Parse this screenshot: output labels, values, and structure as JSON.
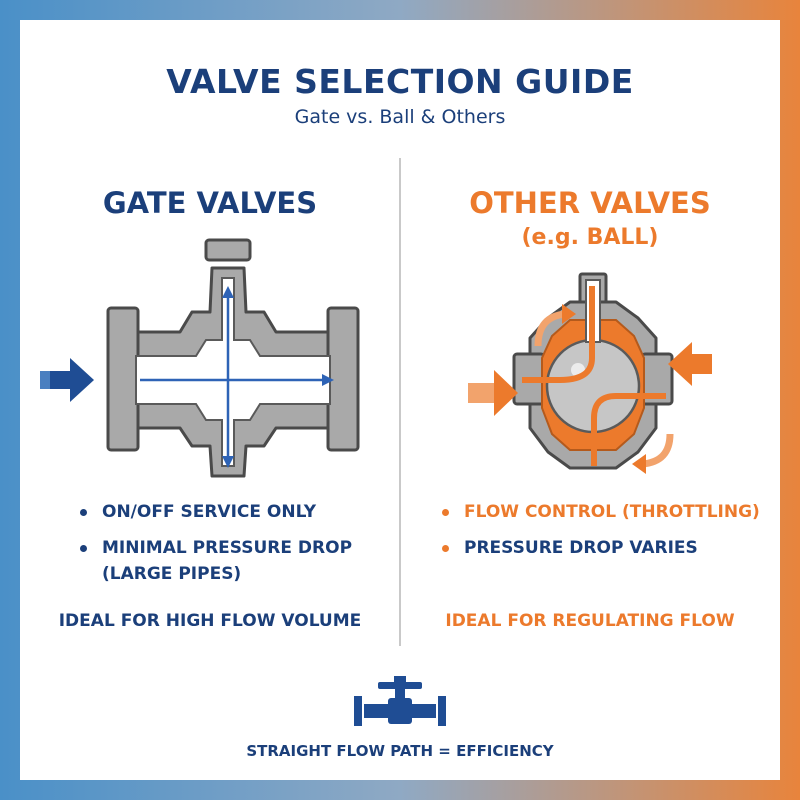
{
  "header": {
    "title": "VALVE SELECTION GUIDE",
    "subtitle": "Gate vs. Ball & Others"
  },
  "gate": {
    "title": "GATE VALVES",
    "bullets": [
      "ON/OFF SERVICE ONLY",
      "MINIMAL PRESSURE DROP",
      "(LARGE PIPES)"
    ],
    "ideal": "IDEAL FOR HIGH FLOW VOLUME",
    "color": "#1b3f7a"
  },
  "other": {
    "title": "OTHER VALVES",
    "subtitle": "(e.g. BALL)",
    "bullets": [
      "FLOW CONTROL (THROTTLING)",
      "PRESSURE DROP VARIES"
    ],
    "ideal": "IDEAL FOR REGULATING FLOW",
    "color": "#ec7a2c"
  },
  "footer": {
    "text": "STRAIGHT FLOW PATH = EFFICIENCY",
    "icon": "valve-pipe-icon"
  }
}
